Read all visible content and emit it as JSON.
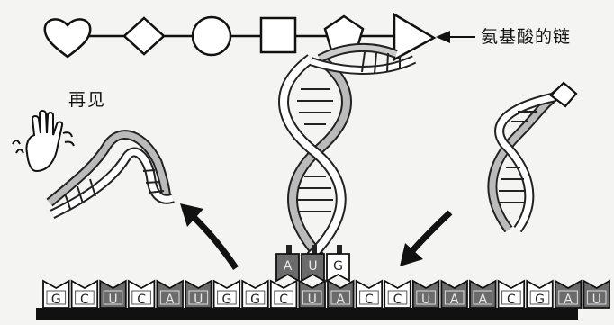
{
  "labels": {
    "amino_acid_chain": "氨基酸的链",
    "goodbye": "再见"
  },
  "amino_acid_shapes": [
    {
      "shape": "heart-icon"
    },
    {
      "shape": "diamond-icon"
    },
    {
      "shape": "circle-icon"
    },
    {
      "shape": "square-icon"
    },
    {
      "shape": "pentagon-icon"
    },
    {
      "shape": "triangle-icon"
    }
  ],
  "mrna_strand": [
    "G",
    "C",
    "U",
    "C",
    "A",
    "U",
    "G",
    "G",
    "C",
    "U",
    "A",
    "C",
    "C",
    "U",
    "A",
    "A",
    "C",
    "G",
    "A",
    "U"
  ],
  "dark_bases": [
    "U",
    "A"
  ],
  "trna_anticodon": [
    "A",
    "U",
    "G"
  ],
  "colors": {
    "background": "#f4f4f2",
    "ink": "#111111",
    "dark_base": "#6b6b6b",
    "light_base": "#ffffff"
  }
}
